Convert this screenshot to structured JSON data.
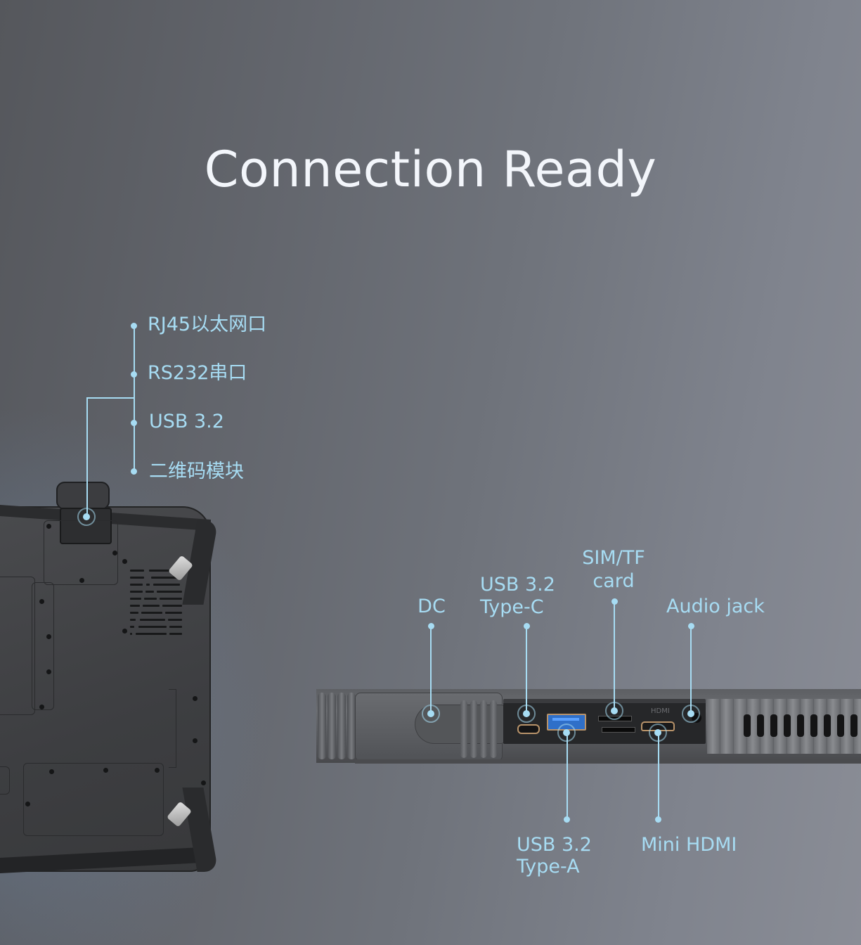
{
  "page": {
    "title": "Connection Ready",
    "background_colors": [
      "#55575c",
      "#8a8d96"
    ],
    "accent_color": "#a7dcf3"
  },
  "top_ports": {
    "items": [
      {
        "label": "RJ45以太网口"
      },
      {
        "label": "RS232串口"
      },
      {
        "label": "USB 3.2"
      },
      {
        "label": "二维码模块"
      }
    ]
  },
  "bottom_ports": {
    "above": [
      {
        "label_line1": "DC",
        "label_line2": ""
      },
      {
        "label_line1": "USB 3.2",
        "label_line2": "Type-C"
      },
      {
        "label_line1": "SIM/TF",
        "label_line2": "card"
      },
      {
        "label_line1": "Audio jack",
        "label_line2": ""
      }
    ],
    "below": [
      {
        "label_line1": "USB 3.2",
        "label_line2": "Type-A"
      },
      {
        "label_line1": "Mini HDMI",
        "label_line2": ""
      }
    ],
    "port_marking": "HDMI"
  }
}
